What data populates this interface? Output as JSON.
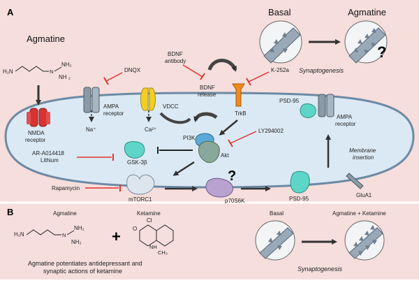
{
  "panel_a": {
    "letter": "A",
    "agmatine_title": "Agmatine",
    "basal_title": "Basal",
    "agmatine_title_right": "Agmatine",
    "synaptogenesis": "Synaptogenesis",
    "question_mark": "?",
    "formula": {
      "h2n": "H₂N",
      "nh2": "NH₂",
      "nh": "NH",
      "n": "N"
    },
    "labels": {
      "dnqx": "DNQX",
      "bdnf_antibody_1": "BDNF",
      "bdnf_antibody_2": "antibody",
      "k252a": "K-252a",
      "bdnf_release_1": "BDNF",
      "bdnf_release_2": "release",
      "ampa_receptor_1": "AMPA",
      "ampa_receptor_2": "receptor",
      "vdcc": "VDCC",
      "trkb": "TrkB",
      "psd95_top": "PSD-95",
      "ampa_receptor_r1": "AMPA",
      "ampa_receptor_r2": "receptor",
      "nmda_receptor_1": "NMDA",
      "nmda_receptor_2": "receptor",
      "na": "Na⁺",
      "ca": "Ca²⁺",
      "ly294002": "LY294002",
      "pi3k": "PI3K",
      "akt": "Akt",
      "ar_a014418": "AR-A014418",
      "lithium": "Lithium",
      "gsk3b": "GSK-3β",
      "membrane_insertion_1": "Membrane",
      "membrane_insertion_2": "insertion",
      "rapamycin": "Rapamycin",
      "mtorc1": "mTORC1",
      "p70s6k": "p70S6K",
      "psd95_bottom": "PSD-95",
      "glua1": "GluA1",
      "question_mark_p70": "?"
    }
  },
  "panel_b": {
    "letter": "B",
    "agmatine_label": "Agmatine",
    "ketamine_label": "Ketamine",
    "plus": "+",
    "basal_label": "Basal",
    "combo_label": "Agmatine + Ketamine",
    "synaptogenesis": "Synaptogenesis",
    "caption_1": "Agmatine potentiates antidepressant and",
    "caption_2": "synaptic actions of ketamine",
    "agm_formula": {
      "h2n": "H₂N",
      "nh2a": "NH₂",
      "nh2b": "NH₂",
      "n": "N"
    },
    "ket_formula": {
      "cl": "Cl",
      "o": "O",
      "nh": "NH",
      "ch3": "CH₃"
    }
  },
  "colors": {
    "background": "#f6dedd",
    "cell_fill": "#dbe9f4",
    "cell_stroke": "#6c8aa4",
    "inhibit": "#e0322d",
    "teal": "#5ed6c7",
    "orange": "#f08a1c",
    "yellow": "#f2cf23",
    "red_receptor": "#d83232",
    "purple": "#b9a2d0",
    "gray_receptor": "#8b9aa7"
  }
}
